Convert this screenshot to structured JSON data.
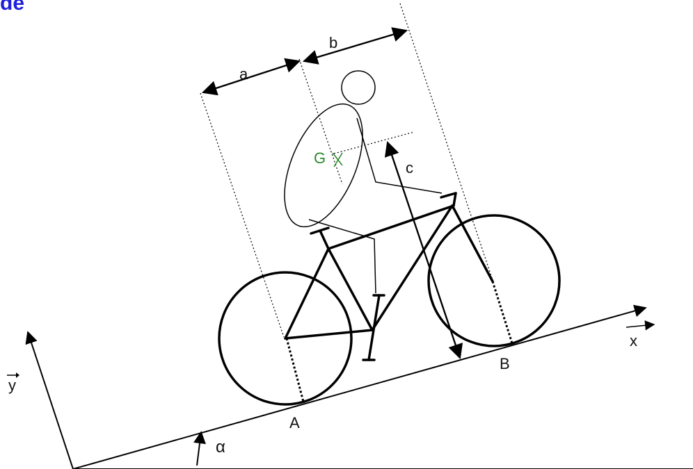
{
  "header_fragment": "de",
  "labels": {
    "a": "a",
    "b": "b",
    "c": "c",
    "G": "G",
    "A": "A",
    "B": "B",
    "x": "x",
    "y": "y",
    "alpha": "α"
  },
  "colors": {
    "header": "#1f1fdc",
    "gravity_center": "#2a8a2a",
    "lines": "#000000"
  }
}
